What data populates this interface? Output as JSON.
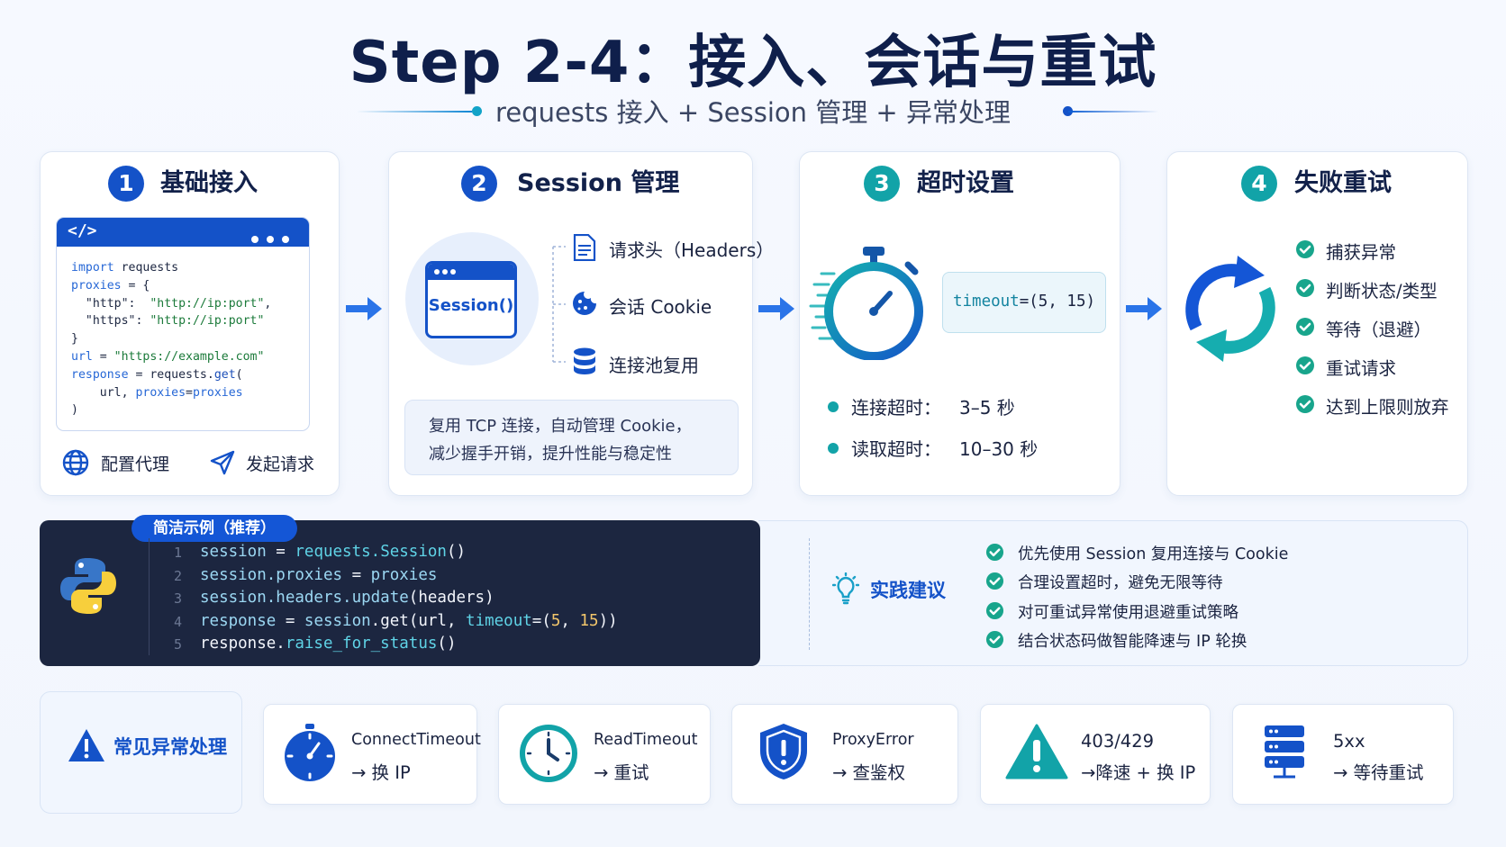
{
  "header": {
    "title": "Step 2-4：接入、会话与重试",
    "subtitle": "requests 接入 + Session 管理 + 异常处理"
  },
  "colors": {
    "primary": "#1452c8",
    "teal": "#12a3a8",
    "dark_navy": "#1c2640",
    "check_green": "#18a58c"
  },
  "card1": {
    "number": "1",
    "title": "基础接入",
    "code_header_icon": "code-brackets-icon",
    "code_tag": "</>",
    "code_lines": [
      [
        "import",
        " requests"
      ],
      [
        "proxies",
        " = {"
      ],
      [
        "  \"http\"",
        ":  ",
        "\"http://ip:port\"",
        ","
      ],
      [
        "  \"https\"",
        ": ",
        "\"http://ip:port\""
      ],
      [
        "}"
      ],
      [
        "url",
        " = ",
        "\"https://example.com\""
      ],
      [
        "response",
        " = requests.",
        "get",
        "("
      ],
      [
        "    url, ",
        "proxies",
        "=",
        "proxies"
      ],
      [
        ")"
      ]
    ],
    "proxy_label": "配置代理",
    "request_label": "发起请求"
  },
  "card2": {
    "number": "2",
    "title": "Session 管理",
    "session_label": "Session()",
    "items": [
      {
        "icon": "document-icon",
        "label": "请求头（Headers）"
      },
      {
        "icon": "cookie-icon",
        "label": "会话 Cookie"
      },
      {
        "icon": "database-icon",
        "label": "连接池复用"
      }
    ],
    "note_line1": "复用 TCP 连接，自动管理 Cookie，",
    "note_line2": "减少握手开销，提升性能与稳定性"
  },
  "card3": {
    "number": "3",
    "title": "超时设置",
    "timeout_code_key": "timeout",
    "timeout_code_val": "=(5, 15)",
    "rows": [
      {
        "label": "连接超时：",
        "value": "3–5 秒"
      },
      {
        "label": "读取超时：",
        "value": "10–30 秒"
      }
    ]
  },
  "card4": {
    "number": "4",
    "title": "失败重试",
    "steps": [
      "捕获异常",
      "判断状态/类型",
      "等待（退避）",
      "重试请求",
      "达到上限则放弃"
    ]
  },
  "example": {
    "tab_label": "简洁示例（推荐）",
    "line_numbers": [
      "1",
      "2",
      "3",
      "4",
      "5"
    ],
    "lines": [
      [
        {
          "t": "session",
          "c": "t-var"
        },
        {
          "t": " = ",
          "c": ""
        },
        {
          "t": "requests.Session",
          "c": "t-cyan"
        },
        {
          "t": "()",
          "c": ""
        }
      ],
      [
        {
          "t": "session.proxies",
          "c": "t-var"
        },
        {
          "t": " = ",
          "c": ""
        },
        {
          "t": "proxies",
          "c": "t-var"
        }
      ],
      [
        {
          "t": "session.headers.update",
          "c": "t-var"
        },
        {
          "t": "(headers)",
          "c": ""
        }
      ],
      [
        {
          "t": "response",
          "c": "t-var"
        },
        {
          "t": " = ",
          "c": ""
        },
        {
          "t": "session",
          "c": "t-var"
        },
        {
          "t": ".get(url, ",
          "c": ""
        },
        {
          "t": "timeout",
          "c": "t-cyan"
        },
        {
          "t": "=(",
          "c": ""
        },
        {
          "t": "5",
          "c": "t-num"
        },
        {
          "t": ", ",
          "c": ""
        },
        {
          "t": "15",
          "c": "t-num"
        },
        {
          "t": "))",
          "c": ""
        }
      ],
      [
        {
          "t": "response.",
          "c": ""
        },
        {
          "t": "raise_for_status",
          "c": "t-cyan"
        },
        {
          "t": "()",
          "c": ""
        }
      ]
    ]
  },
  "practice": {
    "title": "实践建议",
    "items": [
      "优先使用 Session 复用连接与 Cookie",
      "合理设置超时，避免无限等待",
      "对可重试异常使用退避重试策略",
      "结合状态码做智能降速与 IP 轮换"
    ]
  },
  "exceptions": {
    "title": "常见异常处理",
    "items": [
      {
        "icon": "stopwatch-icon",
        "name": "ConnectTimeout",
        "action": "→ 换 IP"
      },
      {
        "icon": "clock-icon",
        "name": "ReadTimeout",
        "action": "→  重试"
      },
      {
        "icon": "shield-icon",
        "name": "ProxyError",
        "action": "→ 查鉴权"
      },
      {
        "icon": "warning-icon",
        "name": "403/429",
        "action": "→降速 + 换 IP"
      },
      {
        "icon": "server-icon",
        "name": "5xx",
        "action": "→ 等待重试"
      }
    ]
  }
}
